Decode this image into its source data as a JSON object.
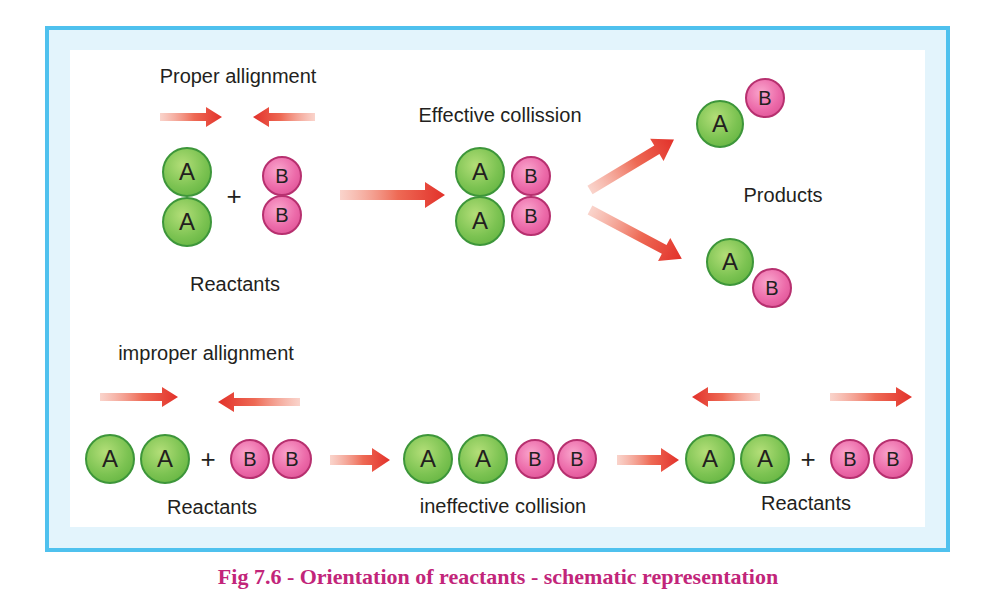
{
  "diagram": {
    "caption": "Fig 7.6 - Orientation of reactants - schematic representation",
    "nodes": [
      {
        "text": [
          "A"
        ]
      },
      {
        "text": [
          "A"
        ]
      },
      {
        "text": [
          "B"
        ]
      },
      {
        "text": [
          "B"
        ]
      },
      {
        "text": [
          "A"
        ]
      },
      {
        "text": [
          "A"
        ]
      },
      {
        "text": [
          "B"
        ]
      },
      {
        "text": [
          "B"
        ]
      },
      {
        "text": [
          "A"
        ]
      },
      {
        "text": [
          "B"
        ]
      },
      {
        "text": [
          "A"
        ]
      },
      {
        "text": [
          "B"
        ]
      },
      {
        "text": [
          "A"
        ]
      },
      {
        "text": [
          "A"
        ]
      },
      {
        "text": [
          "B"
        ]
      },
      {
        "text": [
          "B"
        ]
      },
      {
        "text": [
          "A"
        ]
      },
      {
        "text": [
          "A"
        ]
      },
      {
        "text": [
          "B"
        ]
      },
      {
        "text": [
          "B"
        ]
      },
      {
        "text": [
          "A"
        ]
      },
      {
        "text": [
          "A"
        ]
      },
      {
        "text": [
          "B"
        ]
      },
      {
        "text": [
          "B"
        ]
      }
    ],
    "labels": [
      "Proper allignment",
      "+",
      "Reactants",
      "Effective collission",
      "Products",
      "improper allignment",
      "+",
      "Reactants",
      "ineffective collision",
      "+",
      "Reactants"
    ]
  }
}
